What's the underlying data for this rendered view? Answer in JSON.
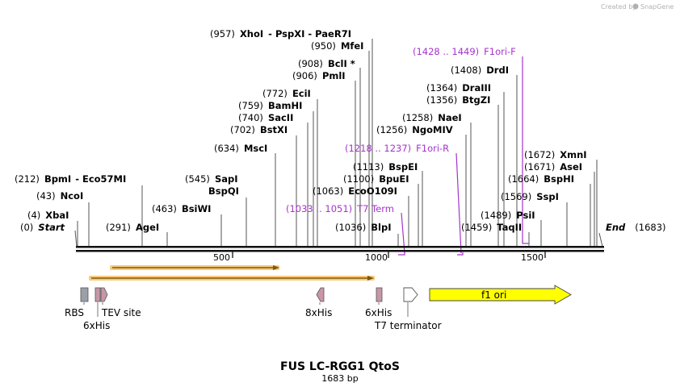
{
  "credit": {
    "text": "Created by",
    "brand": "SnapGene",
    "logo_icon": "snapgene-logo-icon"
  },
  "map": {
    "title": "FUS LC-RGG1 QtoS",
    "length_label": "1683 bp",
    "start_label": "Start",
    "start_pos": "(0)",
    "end_label": "End",
    "end_pos": "(1683)",
    "ruler_ticks": [
      "500",
      "1000",
      "1500"
    ]
  },
  "sites": [
    {
      "pos": "(4)",
      "name": "XbaI"
    },
    {
      "pos": "(43)",
      "name": "NcoI"
    },
    {
      "pos": "(212)",
      "name": "BpmI",
      "extra": "-  Eco57MI"
    },
    {
      "pos": "(291)",
      "name": "AgeI"
    },
    {
      "pos": "(463)",
      "name": "BsiWI"
    },
    {
      "pos": "(545)",
      "name": "SapI",
      "extra": "BspQI"
    },
    {
      "pos": "(634)",
      "name": "MscI"
    },
    {
      "pos": "(702)",
      "name": "BstXI"
    },
    {
      "pos": "(740)",
      "name": "SacII"
    },
    {
      "pos": "(759)",
      "name": "BamHI"
    },
    {
      "pos": "(772)",
      "name": "EciI"
    },
    {
      "pos": "(906)",
      "name": "PmlI"
    },
    {
      "pos": "(908)",
      "name": "BclI *"
    },
    {
      "pos": "(950)",
      "name": "MfeI"
    },
    {
      "pos": "(957)",
      "name": "XhoI",
      "extra": "-  PspXI  -  PaeR7I"
    },
    {
      "pos": "(1036)",
      "name": "BlpI"
    },
    {
      "pos": "(1063)",
      "name": "EcoO109I"
    },
    {
      "pos": "(1100)",
      "name": "BpuEI"
    },
    {
      "pos": "(1113)",
      "name": "BspEI"
    },
    {
      "pos": "(1256)",
      "name": "NgoMIV"
    },
    {
      "pos": "(1258)",
      "name": "NaeI"
    },
    {
      "pos": "(1356)",
      "name": "BtgZI"
    },
    {
      "pos": "(1364)",
      "name": "DraIII"
    },
    {
      "pos": "(1408)",
      "name": "DrdI"
    },
    {
      "pos": "(1459)",
      "name": "TaqII"
    },
    {
      "pos": "(1489)",
      "name": "PsiI"
    },
    {
      "pos": "(1569)",
      "name": "SspI"
    },
    {
      "pos": "(1664)",
      "name": "BspHI"
    },
    {
      "pos": "(1671)",
      "name": "AseI"
    },
    {
      "pos": "(1672)",
      "name": "XmnI"
    }
  ],
  "primers": [
    {
      "range": "(1033 .. 1051)",
      "name": "T7 Term"
    },
    {
      "range": "(1218 .. 1237)",
      "name": "F1ori-R"
    },
    {
      "range": "(1428 .. 1449)",
      "name": "F1ori-F"
    }
  ],
  "features": [
    {
      "name": "RBS"
    },
    {
      "name": "6xHis"
    },
    {
      "name": "TEV site"
    },
    {
      "name": "8xHis"
    },
    {
      "name": "6xHis"
    },
    {
      "name": "T7 terminator"
    },
    {
      "name": "f1 ori"
    }
  ],
  "colors": {
    "primer": "#a633cc",
    "orf_fill": "#b8860b",
    "orf_glow": "#f5a623",
    "tag": "#c896a8",
    "rbs": "#9aa0a8",
    "ori": "#ffff00"
  }
}
